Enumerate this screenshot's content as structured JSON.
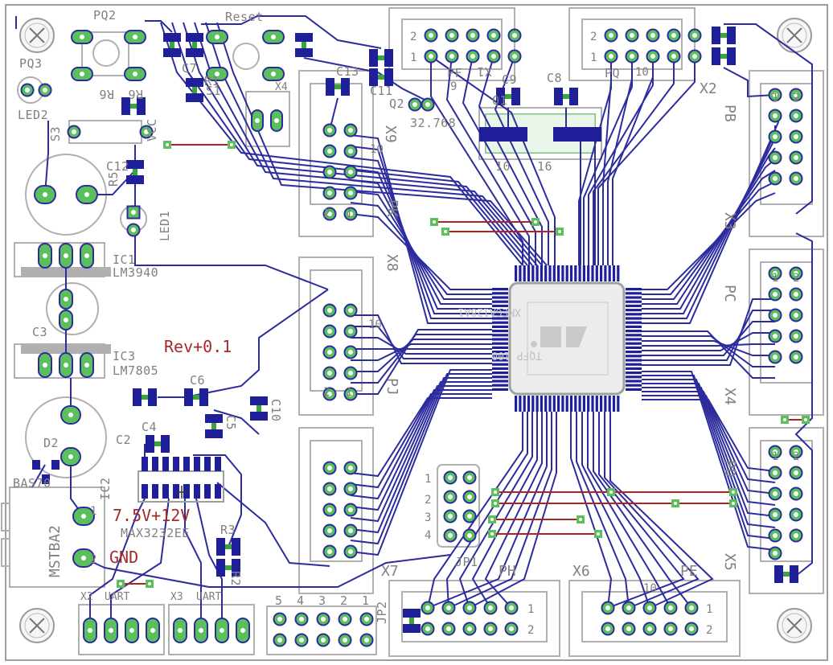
{
  "colors": {
    "trace": "#2c2c9e",
    "pad": "#4caf50",
    "silk": "#9e9e9e",
    "red": "#b22222",
    "smd": "#1f1f9a",
    "ic_fill": "#e8e8e8"
  },
  "labels": {
    "pq2": "PQ2",
    "reset": "Reset",
    "pq3": "PQ3",
    "led2": "LED2",
    "r6": "R6",
    "s1": "S1",
    "x4": "X4",
    "vcc": "VCC",
    "s3": "S3",
    "c12": "C12",
    "r5": "R5",
    "led1": "LED1",
    "ic1": "IC1",
    "lm3940": "LM3940",
    "c3": "C3",
    "ic3": "IC3",
    "lm7805": "LM7805",
    "rev": "Rev+0.1",
    "c6": "C6",
    "c10": "C10",
    "c5": "C5",
    "c2": "C2",
    "c4": "C4",
    "d2": "D2",
    "bas70": "BAS70",
    "ic2": "IC2",
    "max3232": "MAX3232EE",
    "mstba2": "MSTBA2",
    "volt": "7.5V+12V",
    "gnd": "GND",
    "r3": "R3",
    "r2": "R2",
    "x2_uart": "X2",
    "uart1": "UART",
    "x3_uart": "X3",
    "uart2": "UART",
    "jp2": "JP2",
    "pf": "PF",
    "x1": "X1",
    "pq": "PQ",
    "x2": "X2",
    "pb": "PB",
    "x3": "X3",
    "pc": "PC",
    "x4r": "X4",
    "pd": "PD",
    "x5": "X5",
    "c13": "C13",
    "c11": "C11",
    "q2": "Q2",
    "freq": "32.768",
    "x9": "X9",
    "pk": "PK",
    "x8": "X8",
    "pj": "PJ",
    "x7": "X7",
    "ph": "PH",
    "x6": "X6",
    "pe": "PE",
    "jp1": "JP1",
    "q1": "Q1",
    "c8": "C8",
    "c9": "C9",
    "xmega": "XMEGA128A1",
    "tqfp": "TQFP 100",
    "n10": "10",
    "n16": "16",
    "c7": "C7",
    "r1": "R1"
  },
  "pin_numbers": {
    "two": "2",
    "one": "1",
    "ten": "10",
    "nine": "9",
    "five": "5",
    "four": "4",
    "three": "3"
  },
  "jp2_numbers": [
    "5",
    "4",
    "3",
    "2",
    "1"
  ]
}
